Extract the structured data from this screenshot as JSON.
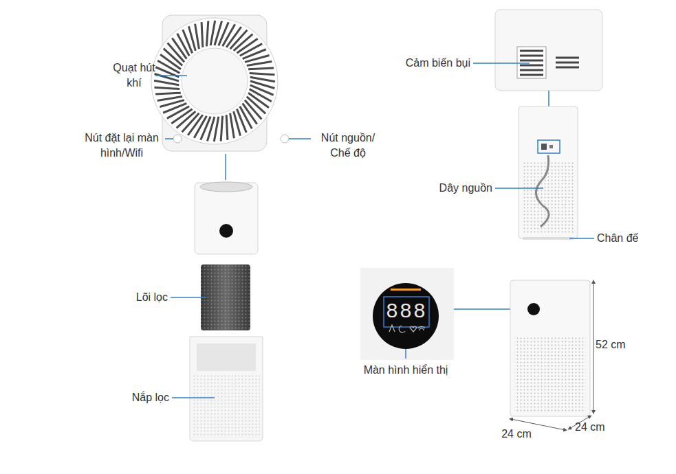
{
  "diagram": {
    "labels": [
      "Quạt hút khí",
      "Nút đặt lại màn hình/Wifi",
      "Nút nguồn/ Chế độ",
      "Lõi lọc",
      "Nắp lọc",
      "Cảm biến bụi",
      "Dây nguồn",
      "Chân đế",
      "888",
      "Màn hình hiển thị",
      "52 cm",
      "24 cm",
      "24 cm"
    ]
  }
}
